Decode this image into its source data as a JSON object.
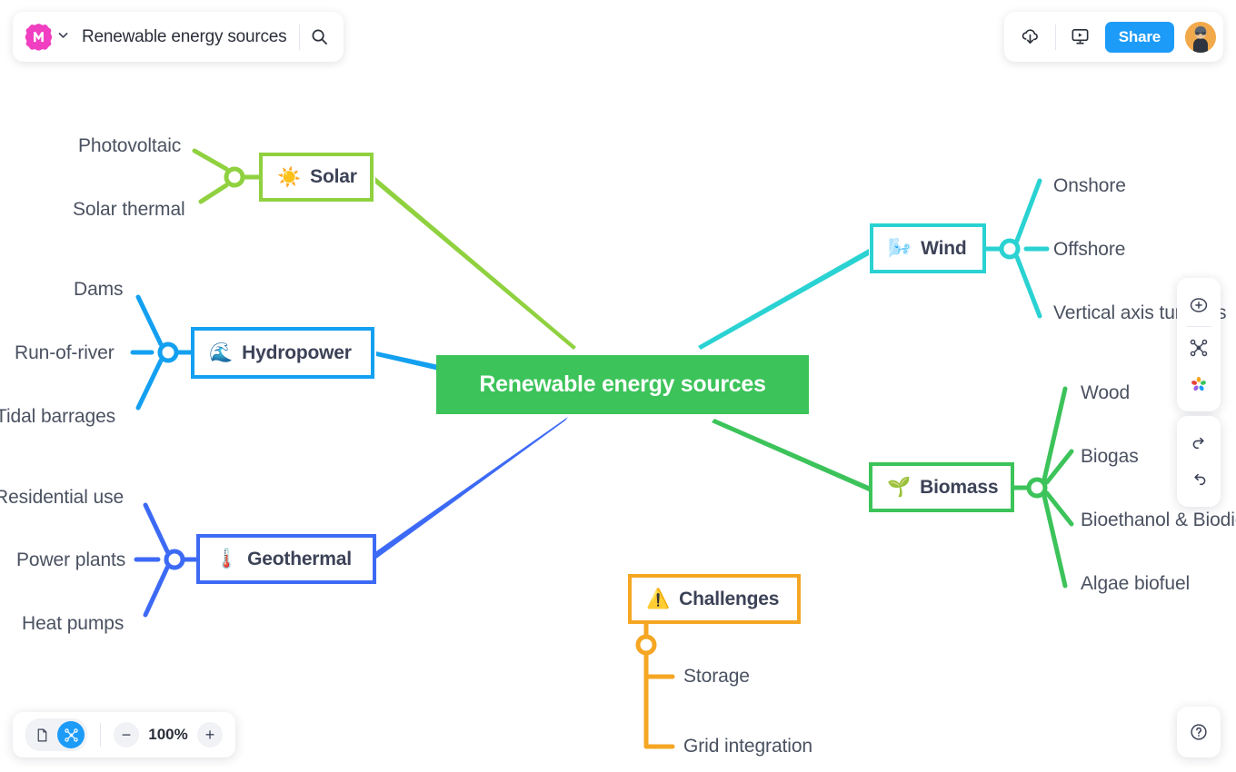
{
  "app": {
    "logo_icon": "mindmeister-m-logo",
    "title": "Renewable energy sources",
    "dropdown_icon": "chevron-down-icon",
    "search_icon": "search-icon"
  },
  "topbar_right": {
    "download_icon": "cloud-download-icon",
    "present_icon": "presentation-icon",
    "share_label": "Share",
    "avatar_icon": "user-avatar"
  },
  "toolbar": {
    "add_icon": "add-node-icon",
    "layout_icon": "mindmap-layout-icon",
    "theme_icon": "color-theme-flower-icon",
    "redo_icon": "redo-icon",
    "undo_icon": "undo-icon",
    "help_icon": "help-question-icon"
  },
  "zoombar": {
    "outline_icon": "document-outline-icon",
    "mindmap_icon": "mindmap-view-icon",
    "minus_label": "−",
    "zoom_level": "100%",
    "plus_label": "+"
  },
  "colors": {
    "central": "#3cc35a",
    "solar": "#8fd13f",
    "hydropower": "#14a0f0",
    "geothermal": "#3d6af5",
    "wind": "#2ad2d2",
    "biomass": "#3cc35a",
    "challenges": "#f5a623",
    "accent_blue": "#1d9bf8",
    "brand_pink": "#f03fc0",
    "node_text": "#3c4257",
    "leaf_text": "#4a5160"
  },
  "mindmap": {
    "central": {
      "label": "Renewable energy sources"
    },
    "branches": [
      {
        "id": "solar",
        "label": "Solar",
        "emoji": "☀️",
        "color": "#8fd13f",
        "children": [
          {
            "label": "Photovoltaic"
          },
          {
            "label": "Solar thermal"
          }
        ]
      },
      {
        "id": "hydropower",
        "label": "Hydropower",
        "emoji": "🌊",
        "color": "#14a0f0",
        "children": [
          {
            "label": "Dams"
          },
          {
            "label": "Run-of-river"
          },
          {
            "label": "Tidal barrages"
          }
        ]
      },
      {
        "id": "geothermal",
        "label": "Geothermal",
        "emoji": "🌡️",
        "color": "#3d6af5",
        "children": [
          {
            "label": "Residential use"
          },
          {
            "label": "Power plants"
          },
          {
            "label": "Heat pumps"
          }
        ]
      },
      {
        "id": "wind",
        "label": "Wind",
        "emoji": "🌬️",
        "color": "#2ad2d2",
        "children": [
          {
            "label": "Onshore"
          },
          {
            "label": "Offshore"
          },
          {
            "label": "Vertical axis turbines"
          }
        ]
      },
      {
        "id": "biomass",
        "label": "Biomass",
        "emoji": "🌱",
        "color": "#3cc35a",
        "children": [
          {
            "label": "Wood"
          },
          {
            "label": "Biogas"
          },
          {
            "label": "Bioethanol & Biodiesel"
          },
          {
            "label": "Algae biofuel"
          }
        ]
      },
      {
        "id": "challenges",
        "label": "Challenges",
        "emoji": "⚠️",
        "color": "#f5a623",
        "children": [
          {
            "label": "Storage"
          },
          {
            "label": "Grid integration"
          }
        ]
      }
    ]
  }
}
